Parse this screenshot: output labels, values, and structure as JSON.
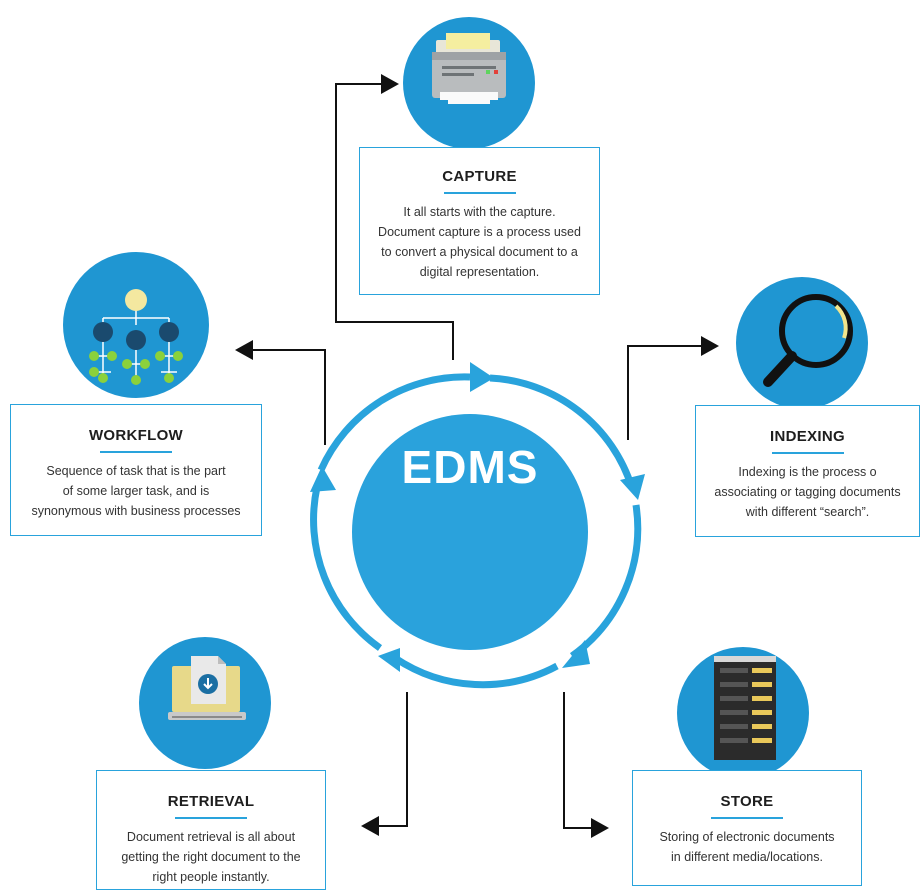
{
  "center": {
    "label": "EDMS"
  },
  "steps": {
    "capture": {
      "title": "CAPTURE",
      "lines": [
        "It all starts with the  capture.",
        "Document capture is a process used",
        "to convert a physical document to a",
        "digital representation."
      ]
    },
    "indexing": {
      "title": "INDEXING",
      "lines": [
        "Indexing is the process o",
        "associating or tagging documents",
        "with different “search”."
      ]
    },
    "store": {
      "title": "STORE",
      "lines": [
        "Storing of electronic documents",
        "in different media/locations."
      ]
    },
    "retrieval": {
      "title": "RETRIEVAL",
      "lines": [
        "Document retrieval is all about",
        "getting the right document to the",
        "right people instantly."
      ]
    },
    "workflow": {
      "title": "WORKFLOW",
      "lines": [
        "Sequence of task that is the part",
        "of some larger task, and is",
        "synonymous with business processes"
      ]
    }
  },
  "icons": {
    "capture": "printer-scanner-icon",
    "indexing": "magnifying-glass-icon",
    "store": "server-rack-icon",
    "retrieval": "laptop-download-icon",
    "workflow": "hierarchy-tree-icon"
  },
  "colors": {
    "accent": "#29a3dc",
    "circle": "#2aa2dc",
    "arrow": "#111111"
  }
}
